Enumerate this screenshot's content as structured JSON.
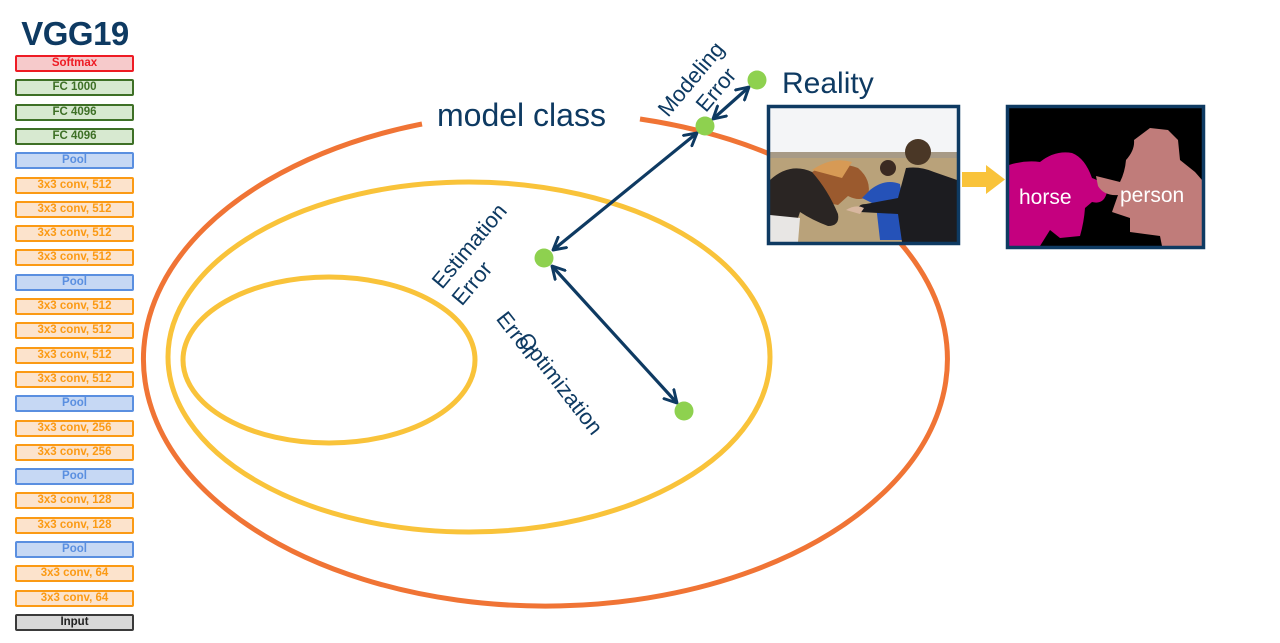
{
  "network": {
    "title": "VGG19",
    "layers": [
      {
        "label": "Softmax",
        "kind": "softmax"
      },
      {
        "label": "FC 1000",
        "kind": "fc"
      },
      {
        "label": "FC 4096",
        "kind": "fc"
      },
      {
        "label": "FC 4096",
        "kind": "fc"
      },
      {
        "label": "Pool",
        "kind": "pool"
      },
      {
        "label": "3x3 conv, 512",
        "kind": "conv"
      },
      {
        "label": "3x3 conv, 512",
        "kind": "conv"
      },
      {
        "label": "3x3 conv, 512",
        "kind": "conv"
      },
      {
        "label": "3x3 conv, 512",
        "kind": "conv"
      },
      {
        "label": "Pool",
        "kind": "pool"
      },
      {
        "label": "3x3 conv, 512",
        "kind": "conv"
      },
      {
        "label": "3x3 conv, 512",
        "kind": "conv"
      },
      {
        "label": "3x3 conv, 512",
        "kind": "conv"
      },
      {
        "label": "3x3 conv, 512",
        "kind": "conv"
      },
      {
        "label": "Pool",
        "kind": "pool"
      },
      {
        "label": "3x3 conv, 256",
        "kind": "conv"
      },
      {
        "label": "3x3 conv, 256",
        "kind": "conv"
      },
      {
        "label": "Pool",
        "kind": "pool"
      },
      {
        "label": "3x3 conv, 128",
        "kind": "conv"
      },
      {
        "label": "3x3 conv, 128",
        "kind": "conv"
      },
      {
        "label": "Pool",
        "kind": "pool"
      },
      {
        "label": "3x3 conv, 64",
        "kind": "conv"
      },
      {
        "label": "3x3 conv, 64",
        "kind": "conv"
      },
      {
        "label": "Input",
        "kind": "input"
      }
    ]
  },
  "diagram": {
    "model_class_label": "model class",
    "reality_label": "Reality",
    "modeling_error": {
      "line1": "Modeling",
      "line2": "Error"
    },
    "estimation_error": {
      "line1": "Estimation",
      "line2": "Error"
    },
    "optimization_error": {
      "line1": "Optimization",
      "line2": "Error"
    },
    "segmentation_labels": {
      "horse": "horse",
      "person": "person"
    }
  },
  "colors": {
    "navy": "#0E3A62",
    "model_class_orange": "#F07435",
    "subset_yellow": "#F9C33A",
    "point_green": "#8ED14F",
    "horse_magenta": "#C5007F",
    "person_pink": "#C07C7A"
  }
}
